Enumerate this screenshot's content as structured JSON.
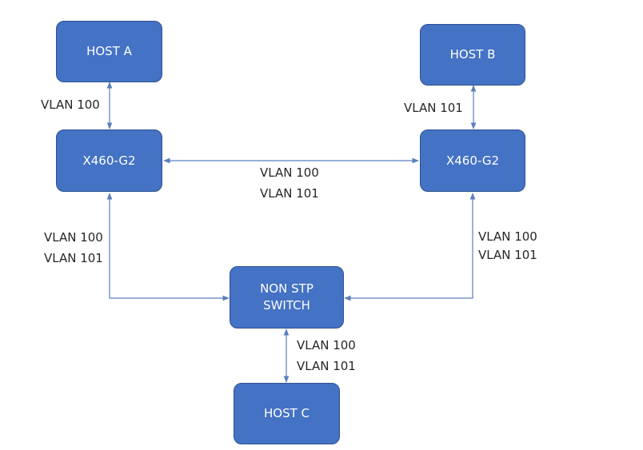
{
  "colors": {
    "node_fill": "#4472c4",
    "node_border": "#2f528f",
    "link": "#5b7fbd",
    "text": "#262626",
    "background": "#ffffff"
  },
  "nodes": {
    "host_a": "HOST A",
    "host_b": "HOST B",
    "switch_left": "X460-G2",
    "switch_right": "X460-G2",
    "non_stp_switch": "NON STP\nSWITCH",
    "host_c": "HOST C"
  },
  "labels": {
    "host_a_link": [
      "VLAN 100"
    ],
    "host_b_link": [
      "VLAN 101"
    ],
    "trunk_top": [
      "VLAN 100",
      "VLAN 101"
    ],
    "left_trunk": [
      "VLAN 100",
      "VLAN 101"
    ],
    "right_trunk": [
      "VLAN 100",
      "VLAN 101"
    ],
    "host_c_link": [
      "VLAN 100",
      "VLAN 101"
    ]
  }
}
